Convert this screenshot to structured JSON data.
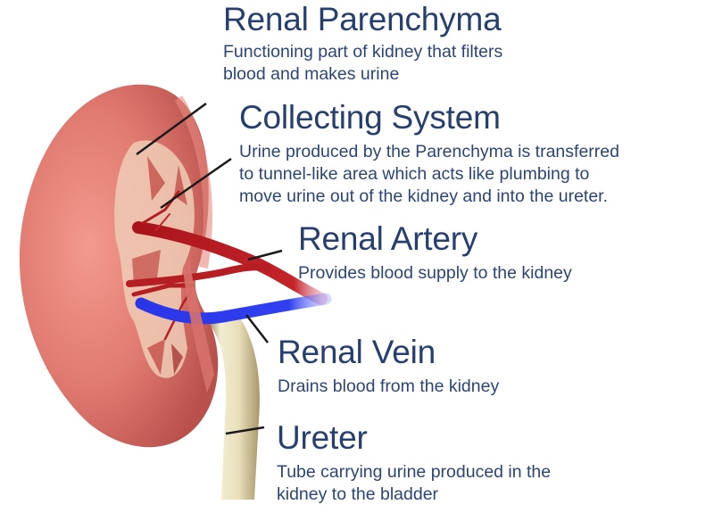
{
  "diagram": {
    "subject": "Kidney anatomy",
    "colors": {
      "text": "#263f6e",
      "kidney": "#d9706a",
      "artery": "#b51e22",
      "vein": "#2a35e8",
      "ureter": "#e8dfbf",
      "leader_line": "#1a1a1a"
    },
    "labels": [
      {
        "id": "renal-parenchyma",
        "title": "Renal Parenchyma",
        "desc_lines": [
          "Functioning part of kidney that filters",
          "blood and makes urine"
        ]
      },
      {
        "id": "collecting-system",
        "title": "Collecting System",
        "desc_lines": [
          "Urine produced by the Parenchyma is transferred",
          "to tunnel-like area which acts like plumbing to",
          "move urine out of the kidney and into the ureter."
        ]
      },
      {
        "id": "renal-artery",
        "title": "Renal Artery",
        "desc_lines": [
          "Provides blood supply to the kidney"
        ]
      },
      {
        "id": "renal-vein",
        "title": "Renal Vein",
        "desc_lines": [
          "Drains blood from the kidney"
        ]
      },
      {
        "id": "ureter",
        "title": "Ureter",
        "desc_lines": [
          "Tube carrying urine produced in the",
          "kidney to the bladder"
        ]
      }
    ]
  }
}
